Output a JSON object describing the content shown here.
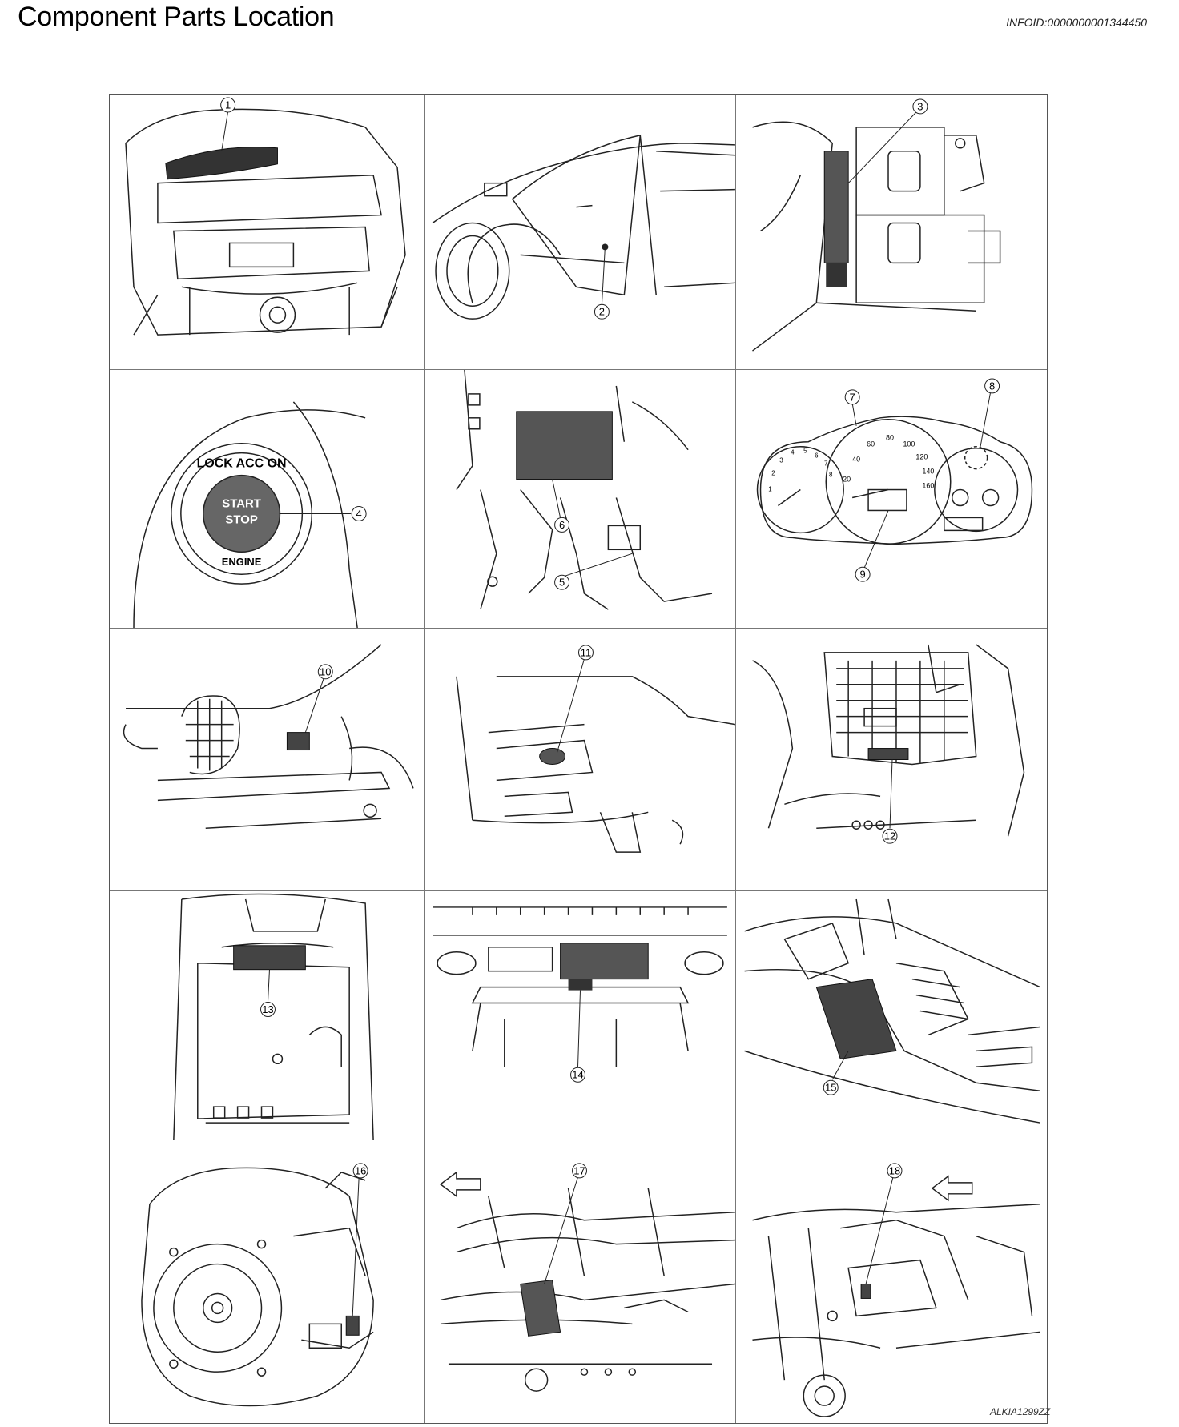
{
  "header": {
    "title": "Component Parts Location",
    "info_id": "INFOID:0000000001344450"
  },
  "figure_code": "ALKIA1299ZZ",
  "callouts": [
    "1",
    "2",
    "3",
    "4",
    "5",
    "6",
    "7",
    "8",
    "9",
    "10",
    "11",
    "12",
    "13",
    "14",
    "15",
    "16",
    "17",
    "18"
  ],
  "push_button": {
    "ring_text": "LOCK ACC ON",
    "center_line1": "START",
    "center_line2": "STOP",
    "bottom_text": "ENGINE"
  },
  "speedometer_ticks": [
    "20",
    "40",
    "60",
    "80",
    "100",
    "120",
    "140",
    "160"
  ],
  "tachometer_ticks": [
    "1",
    "2",
    "3",
    "4",
    "5",
    "6",
    "7",
    "8"
  ],
  "colors": {
    "line": "#222222",
    "shade": "#444444",
    "border": "#777777"
  },
  "icons": [
    "arrow-left-icon"
  ]
}
